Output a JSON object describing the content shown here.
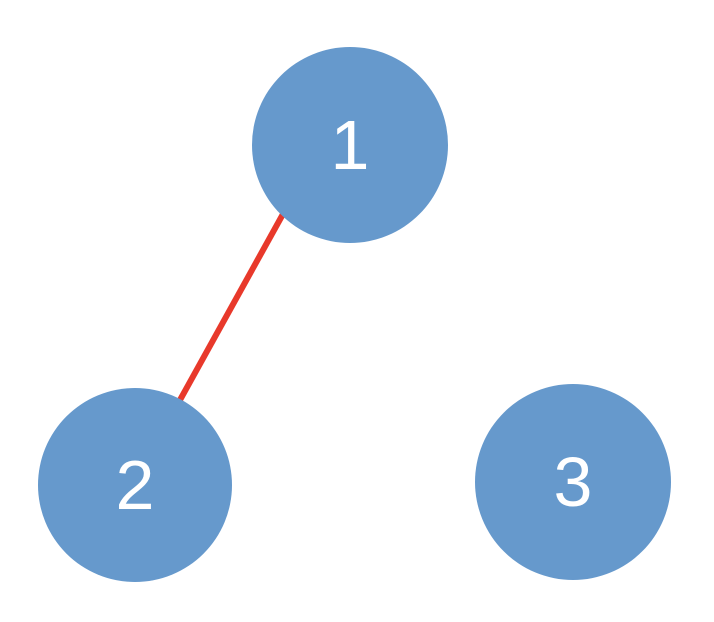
{
  "diagram": {
    "type": "graph",
    "nodes": [
      {
        "id": "1",
        "label": "1"
      },
      {
        "id": "2",
        "label": "2"
      },
      {
        "id": "3",
        "label": "3"
      }
    ],
    "edges": [
      {
        "from": "1",
        "to": "2"
      }
    ],
    "colors": {
      "node_fill": "#6699CC",
      "node_text": "#FFFFFF",
      "edge_stroke": "#E8392B",
      "background": "#FFFFFF"
    }
  }
}
